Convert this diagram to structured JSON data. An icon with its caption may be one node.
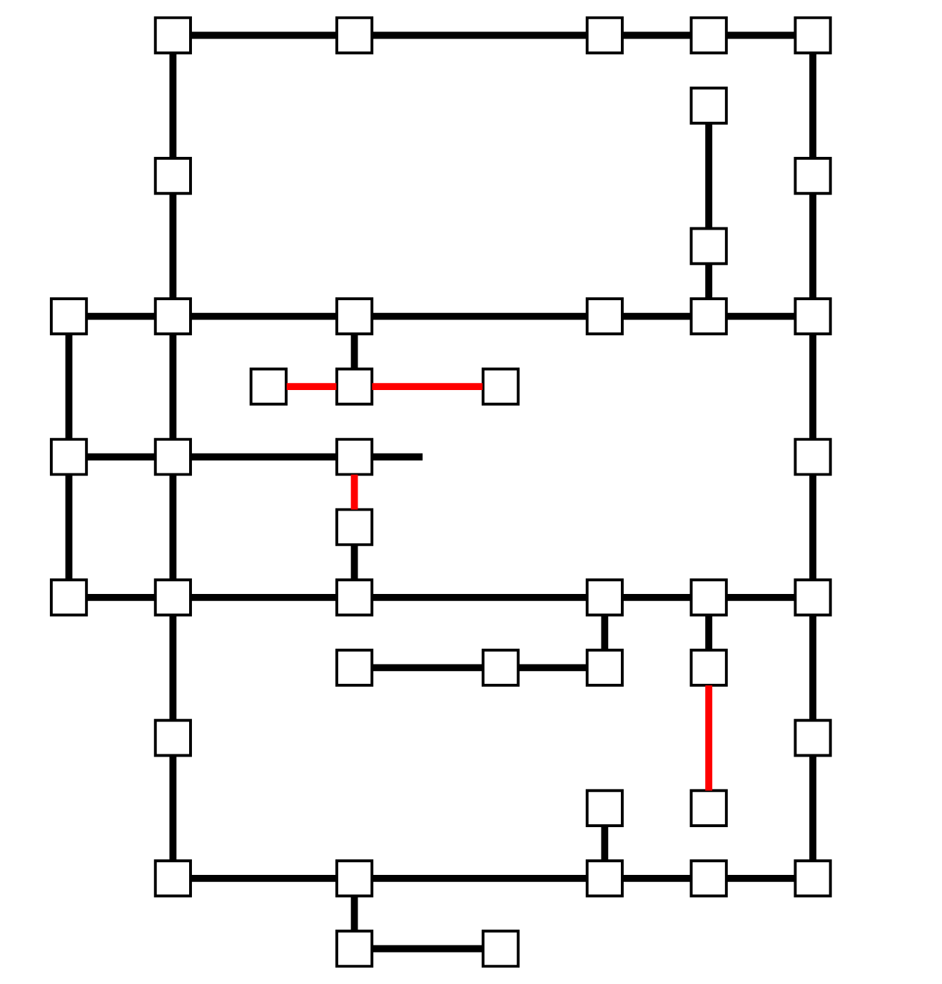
{
  "diagram": {
    "nodes": [
      {
        "text": [],
        "shape": "box"
      },
      {
        "text": [],
        "shape": "box"
      },
      {
        "text": [],
        "shape": "box"
      },
      {
        "text": [],
        "shape": "box"
      },
      {
        "text": [],
        "shape": "box"
      },
      {
        "text": [],
        "shape": "box"
      },
      {
        "text": [],
        "shape": "box"
      },
      {
        "text": [],
        "shape": "box"
      },
      {
        "text": [],
        "shape": "box"
      },
      {
        "text": [],
        "shape": "box"
      },
      {
        "text": [],
        "shape": "box"
      },
      {
        "text": [],
        "shape": "box"
      },
      {
        "text": [],
        "shape": "box"
      },
      {
        "text": [],
        "shape": "box"
      },
      {
        "text": [],
        "shape": "box"
      },
      {
        "text": [],
        "shape": "box"
      },
      {
        "text": [],
        "shape": "box"
      },
      {
        "text": [],
        "shape": "box"
      },
      {
        "text": [],
        "shape": "box"
      },
      {
        "text": [],
        "shape": "box"
      },
      {
        "text": [],
        "shape": "box"
      },
      {
        "text": [],
        "shape": "box"
      },
      {
        "text": [],
        "shape": "box"
      },
      {
        "text": [],
        "shape": "box"
      },
      {
        "text": [],
        "shape": "box"
      },
      {
        "text": [],
        "shape": "box"
      },
      {
        "text": [],
        "shape": "box"
      },
      {
        "text": [],
        "shape": "box"
      },
      {
        "text": [],
        "shape": "box"
      },
      {
        "text": [],
        "shape": "box"
      },
      {
        "text": [],
        "shape": "box"
      },
      {
        "text": [],
        "shape": "box"
      },
      {
        "text": [],
        "shape": "box"
      },
      {
        "text": [],
        "shape": "box"
      },
      {
        "text": [],
        "shape": "box"
      },
      {
        "text": [],
        "shape": "box"
      },
      {
        "text": [],
        "shape": "box"
      },
      {
        "text": [],
        "shape": "box"
      },
      {
        "text": [],
        "shape": "box"
      },
      {
        "text": [],
        "shape": "box"
      },
      {
        "text": [],
        "shape": "box"
      },
      {
        "text": [],
        "shape": "box"
      },
      {
        "text": [],
        "shape": "box"
      },
      {
        "text": [],
        "shape": "box"
      }
    ],
    "edges": [
      {
        "from": 0,
        "to": 1,
        "arrow": "none"
      },
      {
        "from": 1,
        "to": 2,
        "arrow": "none"
      },
      {
        "from": 2,
        "to": 3,
        "arrow": "none"
      },
      {
        "from": 3,
        "to": 4,
        "arrow": "none"
      },
      {
        "from": 4,
        "to": 7,
        "arrow": "none"
      },
      {
        "from": 7,
        "to": 14,
        "arrow": "none"
      },
      {
        "from": 0,
        "to": 6,
        "arrow": "none"
      },
      {
        "from": 6,
        "to": 10,
        "arrow": "none"
      },
      {
        "from": 5,
        "to": 8,
        "arrow": "none"
      },
      {
        "from": 8,
        "to": 13,
        "arrow": "none"
      },
      {
        "from": 9,
        "to": 10,
        "arrow": "none"
      },
      {
        "from": 10,
        "to": 11,
        "arrow": "none"
      },
      {
        "from": 11,
        "to": 12,
        "arrow": "none"
      },
      {
        "from": 12,
        "to": 13,
        "arrow": "none"
      },
      {
        "from": 13,
        "to": 14,
        "arrow": "none"
      },
      {
        "from": 11,
        "to": 16,
        "arrow": "none"
      },
      {
        "from": 15,
        "to": 16,
        "arrow": "none",
        "color": "#ff0000"
      },
      {
        "from": 16,
        "to": 17,
        "arrow": "none",
        "color": "#ff0000"
      },
      {
        "from": null,
        "to": 18,
        "arrow": "none"
      },
      {
        "from": 9,
        "to": 18,
        "arrow": "none"
      },
      {
        "from": 18,
        "to": 23,
        "arrow": "none"
      },
      {
        "from": 10,
        "to": 19,
        "arrow": "none"
      },
      {
        "from": 19,
        "to": 24,
        "arrow": "none"
      },
      {
        "from": 20,
        "to": 22,
        "arrow": "none",
        "color": "#ff0000"
      },
      {
        "from": 22,
        "to": 25,
        "arrow": "none"
      },
      {
        "from": 14,
        "to": 21,
        "arrow": "none"
      },
      {
        "from": 21,
        "to": 28,
        "arrow": "none"
      },
      {
        "from": 23,
        "to": 24,
        "arrow": "none"
      },
      {
        "from": 24,
        "to": 25,
        "arrow": "none"
      },
      {
        "from": 25,
        "to": 26,
        "arrow": "none"
      },
      {
        "from": 26,
        "to": 27,
        "arrow": "none"
      },
      {
        "from": 27,
        "to": 28,
        "arrow": "none"
      },
      {
        "from": 26,
        "to": 31,
        "arrow": "none"
      },
      {
        "from": 29,
        "to": 30,
        "arrow": "none"
      },
      {
        "from": 30,
        "to": 31,
        "arrow": "none"
      },
      {
        "from": 27,
        "to": 32,
        "arrow": "none"
      },
      {
        "from": 32,
        "to": 36,
        "arrow": "none",
        "color": "#ff0000"
      },
      {
        "from": 24,
        "to": 33,
        "arrow": "none"
      },
      {
        "from": 33,
        "to": 37,
        "arrow": "none"
      },
      {
        "from": 28,
        "to": 34,
        "arrow": "none"
      },
      {
        "from": 34,
        "to": 41,
        "arrow": "none"
      },
      {
        "from": 35,
        "to": 39,
        "arrow": "none"
      },
      {
        "from": 37,
        "to": 38,
        "arrow": "none"
      },
      {
        "from": 38,
        "to": 39,
        "arrow": "none"
      },
      {
        "from": 39,
        "to": 40,
        "arrow": "none"
      },
      {
        "from": 40,
        "to": 41,
        "arrow": "none"
      },
      {
        "from": 38,
        "to": 42,
        "arrow": "none"
      },
      {
        "from": 42,
        "to": 43,
        "arrow": "none"
      }
    ]
  }
}
